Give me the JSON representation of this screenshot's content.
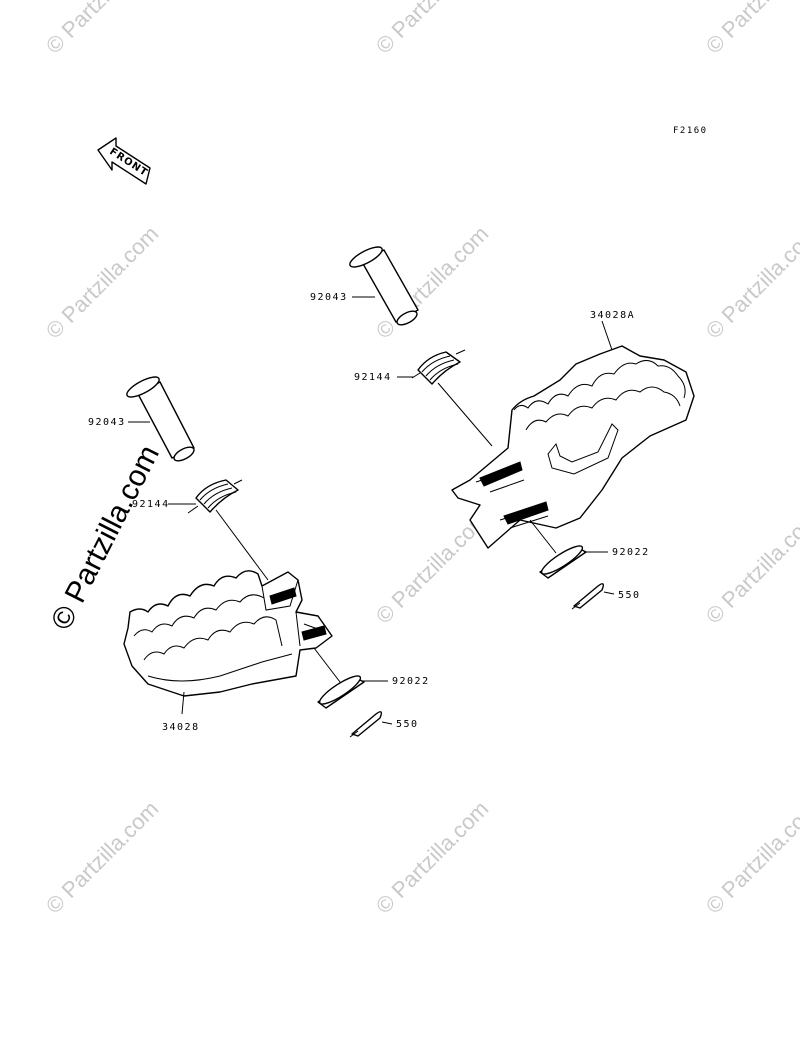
{
  "diagram": {
    "code": "F2160",
    "front_label": "FRONT",
    "watermark": "© Partzilla.com",
    "parts": {
      "pin_right": "92043",
      "pin_left": "92043",
      "spring_right": "92144",
      "spring_left": "92144",
      "footpeg_right": "34028A",
      "footpeg_left": "34028",
      "washer_right": "92022",
      "washer_left": "92022",
      "cotter_right": "550",
      "cotter_left": "550"
    }
  }
}
